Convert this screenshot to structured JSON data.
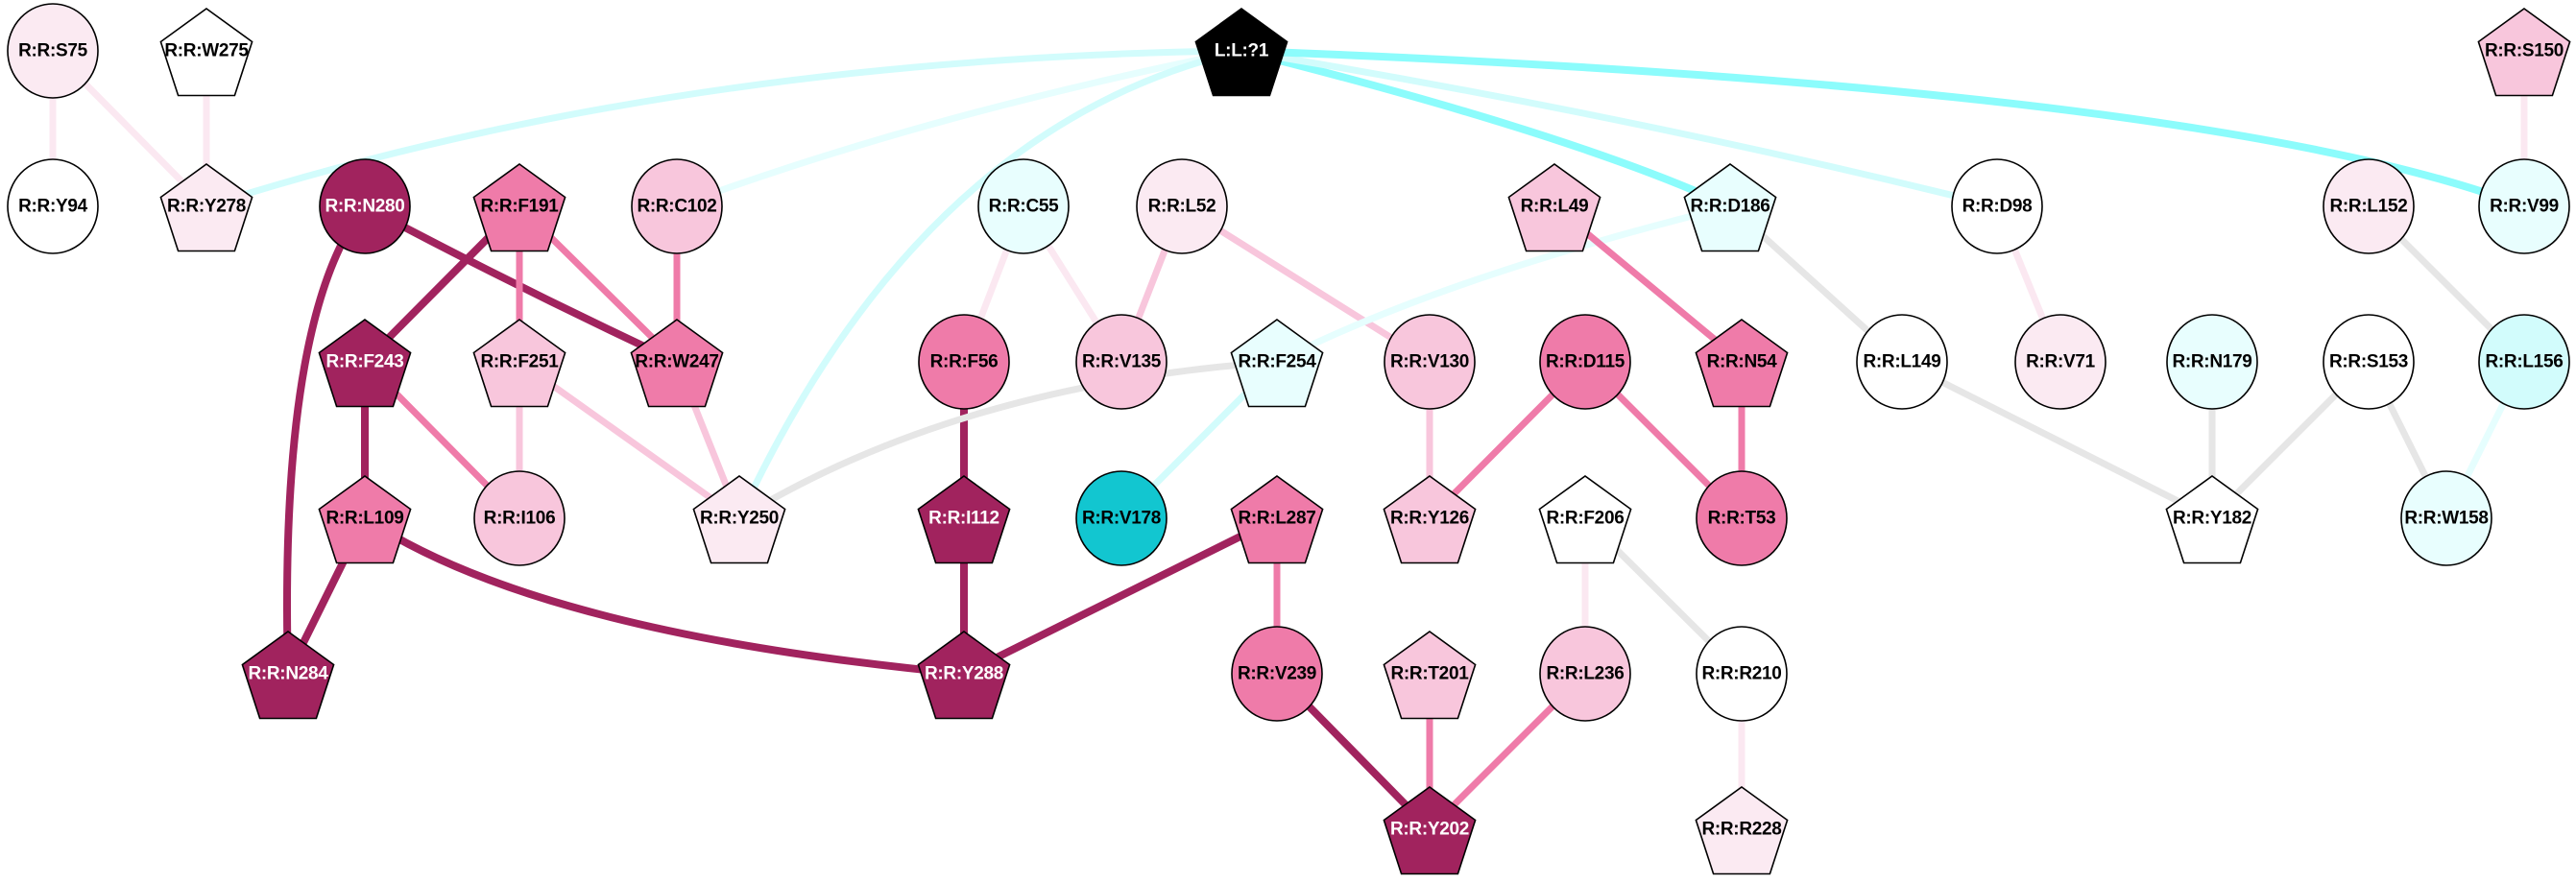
{
  "palette": {
    "cyan_strong": "#8cfcfc",
    "cyan_light": "#d2fcfc",
    "cyan_faint": "#e6fefe",
    "grey": "#e6e6e6",
    "pink_faint": "#fbe8f1",
    "pink_light": "#f8c6dc",
    "pink_medium": "#ef7ba9",
    "pink_dark": "#a1235e"
  },
  "nodes": [
    {
      "id": "S75",
      "label": "R:R:S75",
      "shape": "circle",
      "fill": "#fbeaf2",
      "text": "#000000"
    },
    {
      "id": "W275",
      "label": "R:R:W275",
      "shape": "pentagon",
      "fill": "#ffffff",
      "text": "#000000"
    },
    {
      "id": "LIG",
      "label": "L:L:?1",
      "shape": "pentagon",
      "fill": "#000000",
      "text": "#ffffff"
    },
    {
      "id": "S150",
      "label": "R:R:S150",
      "shape": "pentagon",
      "fill": "#f8c6dc",
      "text": "#000000"
    },
    {
      "id": "Y94",
      "label": "R:R:Y94",
      "shape": "circle",
      "fill": "#ffffff",
      "text": "#000000"
    },
    {
      "id": "Y278",
      "label": "R:R:Y278",
      "shape": "pentagon",
      "fill": "#fbeaf2",
      "text": "#000000"
    },
    {
      "id": "N280",
      "label": "R:R:N280",
      "shape": "circle",
      "fill": "#a1235e",
      "text": "#ffffff"
    },
    {
      "id": "F191",
      "label": "R:R:F191",
      "shape": "pentagon",
      "fill": "#ef7ba9",
      "text": "#000000"
    },
    {
      "id": "C102",
      "label": "R:R:C102",
      "shape": "circle",
      "fill": "#f8c6dc",
      "text": "#000000"
    },
    {
      "id": "C55",
      "label": "R:R:C55",
      "shape": "circle",
      "fill": "#e8fefe",
      "text": "#000000"
    },
    {
      "id": "L52",
      "label": "R:R:L52",
      "shape": "circle",
      "fill": "#fbeaf2",
      "text": "#000000"
    },
    {
      "id": "L49",
      "label": "R:R:L49",
      "shape": "pentagon",
      "fill": "#f8c6dc",
      "text": "#000000"
    },
    {
      "id": "D186",
      "label": "R:R:D186",
      "shape": "pentagon",
      "fill": "#e8fefe",
      "text": "#000000"
    },
    {
      "id": "D98",
      "label": "R:R:D98",
      "shape": "circle",
      "fill": "#ffffff",
      "text": "#000000"
    },
    {
      "id": "L152",
      "label": "R:R:L152",
      "shape": "circle",
      "fill": "#fbeaf2",
      "text": "#000000"
    },
    {
      "id": "V99",
      "label": "R:R:V99",
      "shape": "circle",
      "fill": "#e8fefe",
      "text": "#000000"
    },
    {
      "id": "F243",
      "label": "R:R:F243",
      "shape": "pentagon",
      "fill": "#a1235e",
      "text": "#ffffff"
    },
    {
      "id": "F251",
      "label": "R:R:F251",
      "shape": "pentagon",
      "fill": "#f8c6dc",
      "text": "#000000"
    },
    {
      "id": "W247",
      "label": "R:R:W247",
      "shape": "pentagon",
      "fill": "#ef7ba9",
      "text": "#000000"
    },
    {
      "id": "F56",
      "label": "R:R:F56",
      "shape": "circle",
      "fill": "#ef7ba9",
      "text": "#000000"
    },
    {
      "id": "V135",
      "label": "R:R:V135",
      "shape": "circle",
      "fill": "#f8c6dc",
      "text": "#000000"
    },
    {
      "id": "F254",
      "label": "R:R:F254",
      "shape": "pentagon",
      "fill": "#e8fefe",
      "text": "#000000"
    },
    {
      "id": "V130",
      "label": "R:R:V130",
      "shape": "circle",
      "fill": "#f8c6dc",
      "text": "#000000"
    },
    {
      "id": "D115",
      "label": "R:R:D115",
      "shape": "circle",
      "fill": "#ef7ba9",
      "text": "#000000"
    },
    {
      "id": "N54",
      "label": "R:R:N54",
      "shape": "pentagon",
      "fill": "#ef7ba9",
      "text": "#000000"
    },
    {
      "id": "L149",
      "label": "R:R:L149",
      "shape": "circle",
      "fill": "#ffffff",
      "text": "#000000"
    },
    {
      "id": "V71",
      "label": "R:R:V71",
      "shape": "circle",
      "fill": "#fbeaf2",
      "text": "#000000"
    },
    {
      "id": "N179",
      "label": "R:R:N179",
      "shape": "circle",
      "fill": "#e8fefe",
      "text": "#000000"
    },
    {
      "id": "S153",
      "label": "R:R:S153",
      "shape": "circle",
      "fill": "#ffffff",
      "text": "#000000"
    },
    {
      "id": "L156",
      "label": "R:R:L156",
      "shape": "circle",
      "fill": "#d2fcfc",
      "text": "#000000"
    },
    {
      "id": "L109",
      "label": "R:R:L109",
      "shape": "pentagon",
      "fill": "#ef7ba9",
      "text": "#000000"
    },
    {
      "id": "I106",
      "label": "R:R:I106",
      "shape": "circle",
      "fill": "#f8c6dc",
      "text": "#000000"
    },
    {
      "id": "Y250",
      "label": "R:R:Y250",
      "shape": "pentagon",
      "fill": "#fbeaf2",
      "text": "#000000"
    },
    {
      "id": "I112",
      "label": "R:R:I112",
      "shape": "pentagon",
      "fill": "#a1235e",
      "text": "#ffffff"
    },
    {
      "id": "V178",
      "label": "R:R:V178",
      "shape": "circle",
      "fill": "#12c6d0",
      "text": "#000000"
    },
    {
      "id": "L287",
      "label": "R:R:L287",
      "shape": "pentagon",
      "fill": "#ef7ba9",
      "text": "#000000"
    },
    {
      "id": "Y126",
      "label": "R:R:Y126",
      "shape": "pentagon",
      "fill": "#f8c6dc",
      "text": "#000000"
    },
    {
      "id": "F206",
      "label": "R:R:F206",
      "shape": "pentagon",
      "fill": "#ffffff",
      "text": "#000000"
    },
    {
      "id": "T53",
      "label": "R:R:T53",
      "shape": "circle",
      "fill": "#ef7ba9",
      "text": "#000000"
    },
    {
      "id": "Y182",
      "label": "R:R:Y182",
      "shape": "pentagon",
      "fill": "#ffffff",
      "text": "#000000"
    },
    {
      "id": "W158",
      "label": "R:R:W158",
      "shape": "circle",
      "fill": "#e8fefe",
      "text": "#000000"
    },
    {
      "id": "N284",
      "label": "R:R:N284",
      "shape": "pentagon",
      "fill": "#a1235e",
      "text": "#ffffff"
    },
    {
      "id": "Y288",
      "label": "R:R:Y288",
      "shape": "pentagon",
      "fill": "#a1235e",
      "text": "#ffffff"
    },
    {
      "id": "V239",
      "label": "R:R:V239",
      "shape": "circle",
      "fill": "#ef7ba9",
      "text": "#000000"
    },
    {
      "id": "T201",
      "label": "R:R:T201",
      "shape": "pentagon",
      "fill": "#f8c6dc",
      "text": "#000000"
    },
    {
      "id": "L236",
      "label": "R:R:L236",
      "shape": "circle",
      "fill": "#f8c6dc",
      "text": "#000000"
    },
    {
      "id": "R210",
      "label": "R:R:R210",
      "shape": "circle",
      "fill": "#ffffff",
      "text": "#000000"
    },
    {
      "id": "Y202",
      "label": "R:R:Y202",
      "shape": "pentagon",
      "fill": "#a1235e",
      "text": "#ffffff"
    },
    {
      "id": "R228",
      "label": "R:R:R228",
      "shape": "pentagon",
      "fill": "#fbeaf2",
      "text": "#000000"
    }
  ],
  "edges": [
    {
      "source": "S75",
      "target": "Y94",
      "color": "pink_faint"
    },
    {
      "source": "S75",
      "target": "Y278",
      "color": "pink_faint"
    },
    {
      "source": "W275",
      "target": "Y278",
      "color": "pink_faint"
    },
    {
      "source": "LIG",
      "target": "Y278",
      "color": "cyan_light"
    },
    {
      "source": "LIG",
      "target": "C102",
      "color": "cyan_faint"
    },
    {
      "source": "LIG",
      "target": "Y250",
      "color": "cyan_light"
    },
    {
      "source": "LIG",
      "target": "D186",
      "color": "cyan_strong"
    },
    {
      "source": "LIG",
      "target": "D98",
      "color": "cyan_light"
    },
    {
      "source": "LIG",
      "target": "V99",
      "color": "cyan_strong"
    },
    {
      "source": "N280",
      "target": "N284",
      "color": "pink_dark"
    },
    {
      "source": "N280",
      "target": "W247",
      "color": "pink_dark"
    },
    {
      "source": "F191",
      "target": "F243",
      "color": "pink_dark"
    },
    {
      "source": "F191",
      "target": "F251",
      "color": "pink_medium"
    },
    {
      "source": "F191",
      "target": "W247",
      "color": "pink_medium"
    },
    {
      "source": "C102",
      "target": "W247",
      "color": "pink_medium"
    },
    {
      "source": "F243",
      "target": "L109",
      "color": "pink_dark"
    },
    {
      "source": "F243",
      "target": "I106",
      "color": "pink_medium"
    },
    {
      "source": "F251",
      "target": "I106",
      "color": "pink_light"
    },
    {
      "source": "F251",
      "target": "Y250",
      "color": "pink_light"
    },
    {
      "source": "W247",
      "target": "Y250",
      "color": "pink_light"
    },
    {
      "source": "L109",
      "target": "N284",
      "color": "pink_dark"
    },
    {
      "source": "L109",
      "target": "Y288",
      "color": "pink_dark"
    },
    {
      "source": "C55",
      "target": "F56",
      "color": "pink_faint"
    },
    {
      "source": "C55",
      "target": "V135",
      "color": "pink_faint"
    },
    {
      "source": "L52",
      "target": "V135",
      "color": "pink_light"
    },
    {
      "source": "L52",
      "target": "V130",
      "color": "pink_light"
    },
    {
      "source": "F56",
      "target": "I112",
      "color": "pink_dark"
    },
    {
      "source": "I112",
      "target": "Y288",
      "color": "pink_dark"
    },
    {
      "source": "F254",
      "target": "Y250",
      "color": "grey"
    },
    {
      "source": "F254",
      "target": "V178",
      "color": "cyan_light"
    },
    {
      "source": "D186",
      "target": "F254",
      "color": "cyan_faint"
    },
    {
      "source": "D186",
      "target": "L149",
      "color": "grey"
    },
    {
      "source": "L49",
      "target": "N54",
      "color": "pink_medium"
    },
    {
      "source": "V130",
      "target": "Y126",
      "color": "pink_light"
    },
    {
      "source": "D115",
      "target": "Y126",
      "color": "pink_medium"
    },
    {
      "source": "D115",
      "target": "T53",
      "color": "pink_medium"
    },
    {
      "source": "N54",
      "target": "T53",
      "color": "pink_medium"
    },
    {
      "source": "L287",
      "target": "Y288",
      "color": "pink_dark"
    },
    {
      "source": "L287",
      "target": "V239",
      "color": "pink_medium"
    },
    {
      "source": "V239",
      "target": "Y202",
      "color": "pink_dark"
    },
    {
      "source": "T201",
      "target": "Y202",
      "color": "pink_medium"
    },
    {
      "source": "L236",
      "target": "Y202",
      "color": "pink_medium"
    },
    {
      "source": "F206",
      "target": "L236",
      "color": "pink_faint"
    },
    {
      "source": "F206",
      "target": "R210",
      "color": "grey"
    },
    {
      "source": "R210",
      "target": "R228",
      "color": "pink_faint"
    },
    {
      "source": "D98",
      "target": "V71",
      "color": "pink_faint"
    },
    {
      "source": "L149",
      "target": "Y182",
      "color": "grey"
    },
    {
      "source": "N179",
      "target": "Y182",
      "color": "grey"
    },
    {
      "source": "S153",
      "target": "Y182",
      "color": "grey"
    },
    {
      "source": "L152",
      "target": "L156",
      "color": "grey"
    },
    {
      "source": "S153",
      "target": "W158",
      "color": "grey"
    },
    {
      "source": "L156",
      "target": "W158",
      "color": "cyan_faint"
    },
    {
      "source": "S150",
      "target": "V99",
      "color": "pink_faint"
    }
  ]
}
